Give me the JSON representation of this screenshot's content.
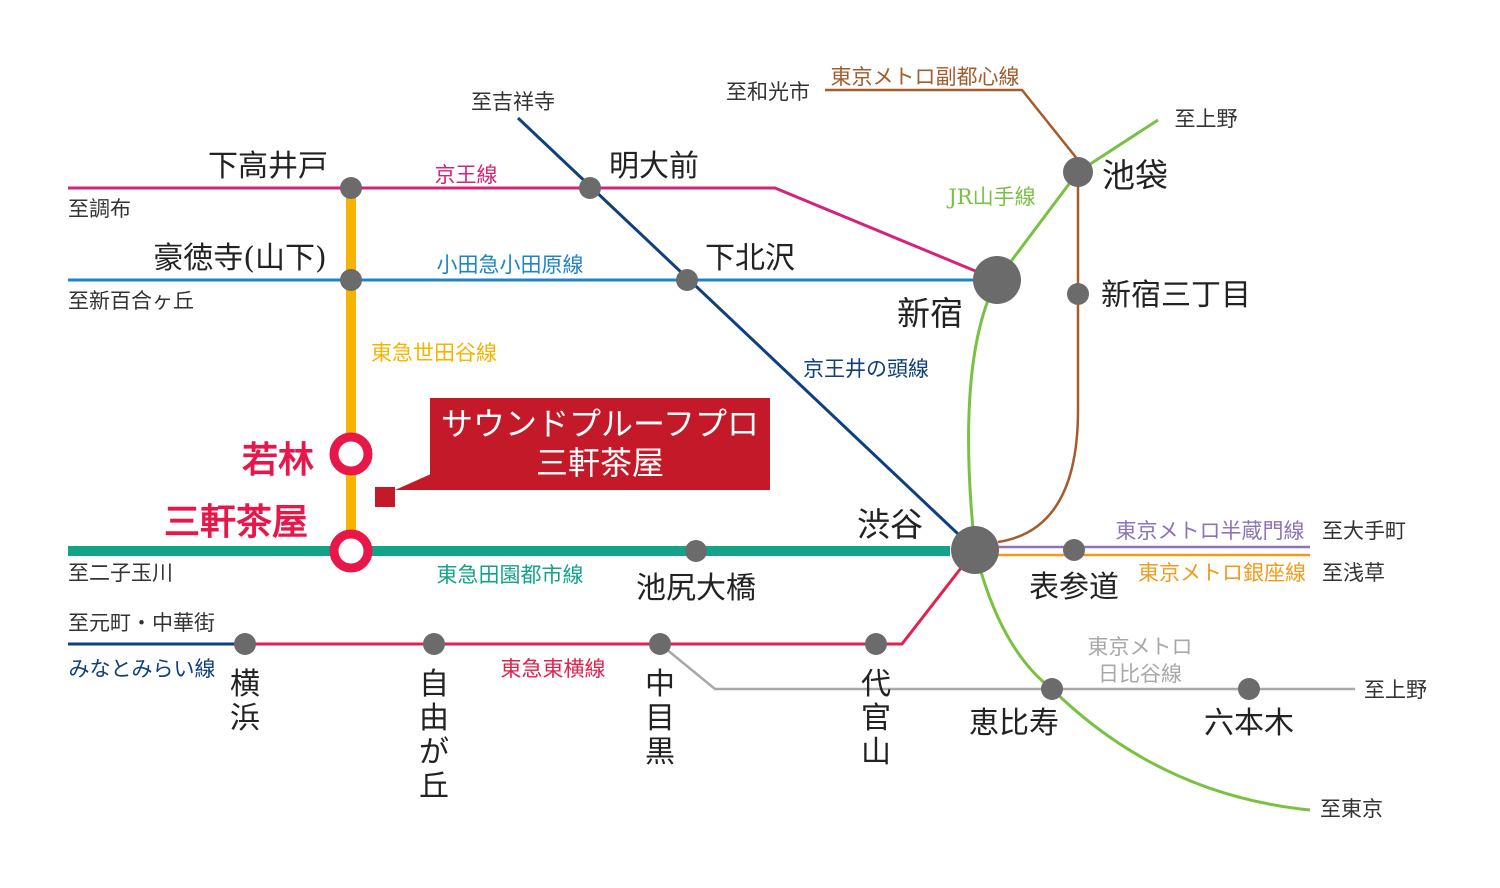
{
  "colors": {
    "keio": "#d6237a",
    "odakyu": "#1f84c7",
    "setagaya": "#f5b400",
    "denentoshi": "#13a388",
    "toyoko": "#e0224e",
    "inokashira": "#0f3f7e",
    "yamanote": "#7ac143",
    "fukutoshin": "#a55b2c",
    "hanzomon": "#8d73b8",
    "ginza": "#f29a1d",
    "hibiya": "#a8a8a8",
    "station": "#6b6b6b",
    "highlight": "#e8174a",
    "callout": "#c41928"
  },
  "lines": {
    "keio": "京王線",
    "odakyu": "小田急小田原線",
    "setagaya": "東急世田谷線",
    "denentoshi": "東急田園都市線",
    "toyoko": "東急東横線",
    "inokashira": "京王井の頭線",
    "yamanote": "JR山手線",
    "fukutoshin": "東京メトロ副都心線",
    "hanzomon": "東京メトロ半蔵門線",
    "ginza": "東京メトロ銀座線",
    "hibiya_1": "東京メトロ",
    "hibiya_2": "日比谷線",
    "minatomirai": "みなとみらい線"
  },
  "stations": {
    "shimotakaido": "下高井戸",
    "meidaimae": "明大前",
    "gotokuji": "豪徳寺(山下)",
    "shimokitazawa": "下北沢",
    "shinjuku": "新宿",
    "ikebukuro": "池袋",
    "shinjuku_sanchome": "新宿三丁目",
    "wakabayashi": "若林",
    "sangenjaya": "三軒茶屋",
    "shibuya": "渋谷",
    "ikejiri_ohashi": "池尻大橋",
    "omotesando": "表参道",
    "yokohama": "横浜",
    "jiyugaoka": "自由が丘",
    "nakameguro": "中目黒",
    "daikanyama": "代官山",
    "ebisu": "恵比寿",
    "roppongi": "六本木"
  },
  "directions": {
    "kichijoji": "至吉祥寺",
    "wakoshi": "至和光市",
    "ueno_top": "至上野",
    "chofu": "至調布",
    "shinyurigaoka": "至新百合ヶ丘",
    "futakotamagawa": "至二子玉川",
    "motomachi": "至元町・中華街",
    "otemachi": "至大手町",
    "asakusa": "至浅草",
    "ueno_right": "至上野",
    "tokyo": "至東京"
  },
  "callout": {
    "line1": "サウンドプルーフプロ",
    "line2": "三軒茶屋"
  }
}
